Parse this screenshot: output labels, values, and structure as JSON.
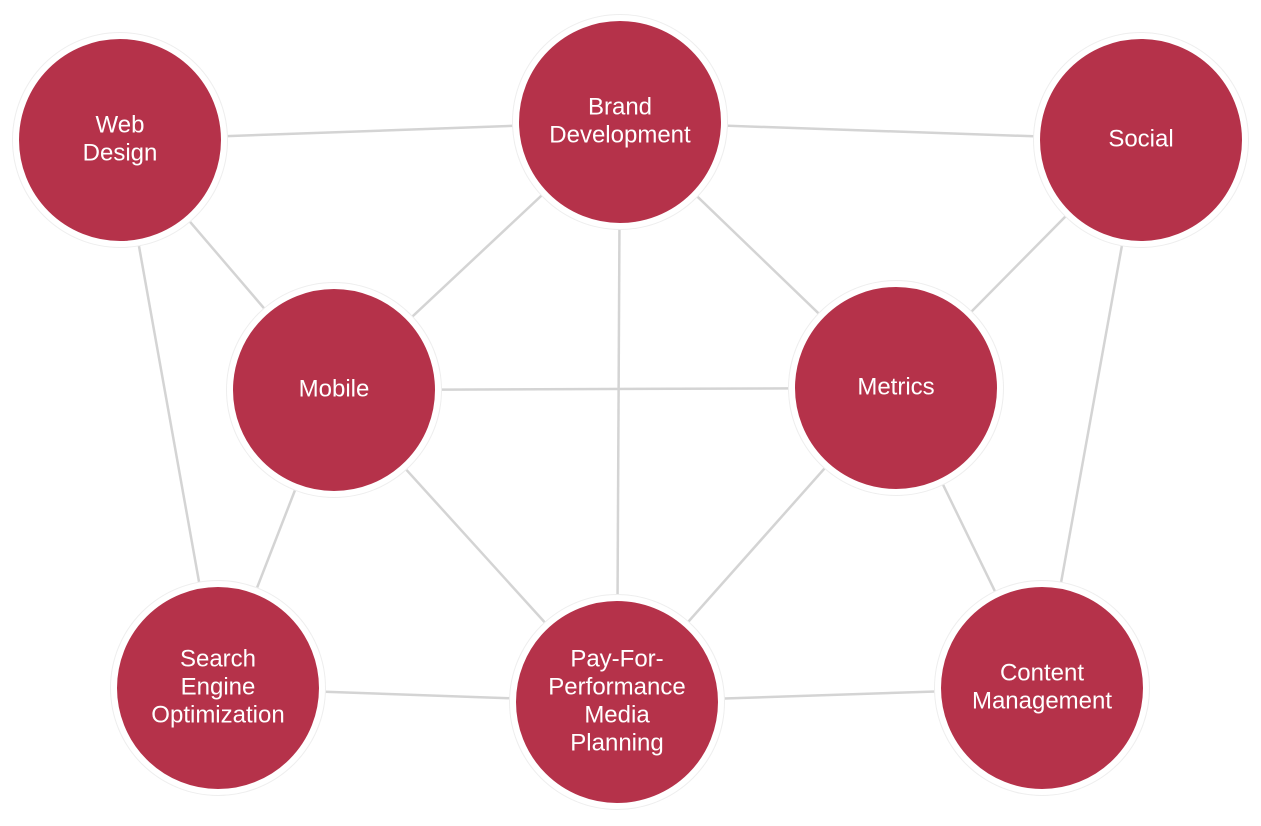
{
  "colors": {
    "node_fill": "#b5324a",
    "edge": "#d4d4d4",
    "halo": "#eeeeee"
  },
  "nodes": [
    {
      "id": "web-design",
      "lines": [
        "Web",
        "Design"
      ]
    },
    {
      "id": "brand-development",
      "lines": [
        "Brand",
        "Development"
      ]
    },
    {
      "id": "social",
      "lines": [
        "Social"
      ]
    },
    {
      "id": "mobile",
      "lines": [
        "Mobile"
      ]
    },
    {
      "id": "metrics",
      "lines": [
        "Metrics"
      ]
    },
    {
      "id": "search-engine-optimization",
      "lines": [
        "Search",
        "Engine",
        "Optimization"
      ]
    },
    {
      "id": "pay-for-performance-media-planning",
      "lines": [
        "Pay-For-",
        "Performance",
        "Media",
        "Planning"
      ]
    },
    {
      "id": "content-management",
      "lines": [
        "Content",
        "Management"
      ]
    }
  ],
  "edges": [
    [
      "web-design",
      "brand-development"
    ],
    [
      "brand-development",
      "social"
    ],
    [
      "web-design",
      "mobile"
    ],
    [
      "web-design",
      "search-engine-optimization"
    ],
    [
      "brand-development",
      "mobile"
    ],
    [
      "brand-development",
      "metrics"
    ],
    [
      "brand-development",
      "pay-for-performance-media-planning"
    ],
    [
      "social",
      "metrics"
    ],
    [
      "social",
      "content-management"
    ],
    [
      "mobile",
      "metrics"
    ],
    [
      "mobile",
      "search-engine-optimization"
    ],
    [
      "mobile",
      "pay-for-performance-media-planning"
    ],
    [
      "metrics",
      "pay-for-performance-media-planning"
    ],
    [
      "metrics",
      "content-management"
    ],
    [
      "search-engine-optimization",
      "pay-for-performance-media-planning"
    ],
    [
      "pay-for-performance-media-planning",
      "content-management"
    ]
  ]
}
